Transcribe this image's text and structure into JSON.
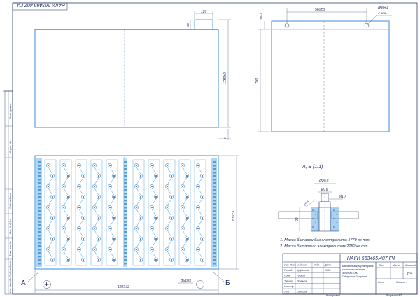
{
  "colors": {
    "line": "#3a8fd6",
    "ink": "#1b2a5a",
    "fill": "#6fb3ea",
    "dash": "#7a9ac0"
  },
  "stamp_top": "НАКИ 563465.407 ГЧ",
  "dims": {
    "top_120": "120",
    "top_50": "50",
    "height_1780": "1780±2",
    "width_560": "560±3",
    "height_700": "700",
    "dim_25": "25±1",
    "hole_diam": "Ø30±1",
    "hole_count": "4 отв.",
    "small_6": "6",
    "bottom_width": "1285±3",
    "right_height": "835±3",
    "cutout": "Вырез"
  },
  "section": {
    "title": "А, Б (1:1)",
    "d1": "Ø20,5",
    "d2": "Ø16",
    "m": "М10",
    "h": "22",
    "ang": "2*45°"
  },
  "notes": [
    "1. Масса батареи без электролита 1770 кг тт.",
    "2. Масса батареи с электролитом 2282 кг тт."
  ],
  "labels": {
    "A": "А",
    "B": "Б",
    "plus": "+",
    "minus": "−"
  },
  "title_block": {
    "code": "НАКИ 563465.407 ГЧ",
    "desc_lines": [
      "Батарея аккумуляторная",
      "свинцовая тяговая",
      "40x8PzS1000",
      "Габаритный чертеж"
    ],
    "col_lit": "Лит.",
    "col_mass": "Масса",
    "col_scale": "Масштаб",
    "scale": "1:5",
    "sheet": "Лист",
    "sheets": "Листов 1",
    "rows": [
      {
        "role": "Изм. Лист",
        "name": "№ докум.",
        "sig": "Подп.",
        "date": "Дата"
      },
      {
        "role": "Разраб.",
        "name": "Кудряшова",
        "sig": "",
        "date": "09.09"
      },
      {
        "role": "Пров.",
        "name": "Тушкин",
        "sig": "",
        "date": ""
      },
      {
        "role": "Т.контр.",
        "name": "Поминов",
        "sig": "",
        "date": ""
      },
      {
        "role": "Н.контр.",
        "name": "",
        "sig": "",
        "date": ""
      },
      {
        "role": "Утв.",
        "name": "Санжиев",
        "sig": "",
        "date": ""
      }
    ],
    "copy": "Копировал",
    "format": "Формат А2"
  },
  "side_labels": [
    "Перв. примен.",
    "Справ. №",
    "Подп. и дата",
    "Инв. № дубл.",
    "Взам. инв. №",
    "Подп. и дата",
    "Инв. № подл."
  ]
}
